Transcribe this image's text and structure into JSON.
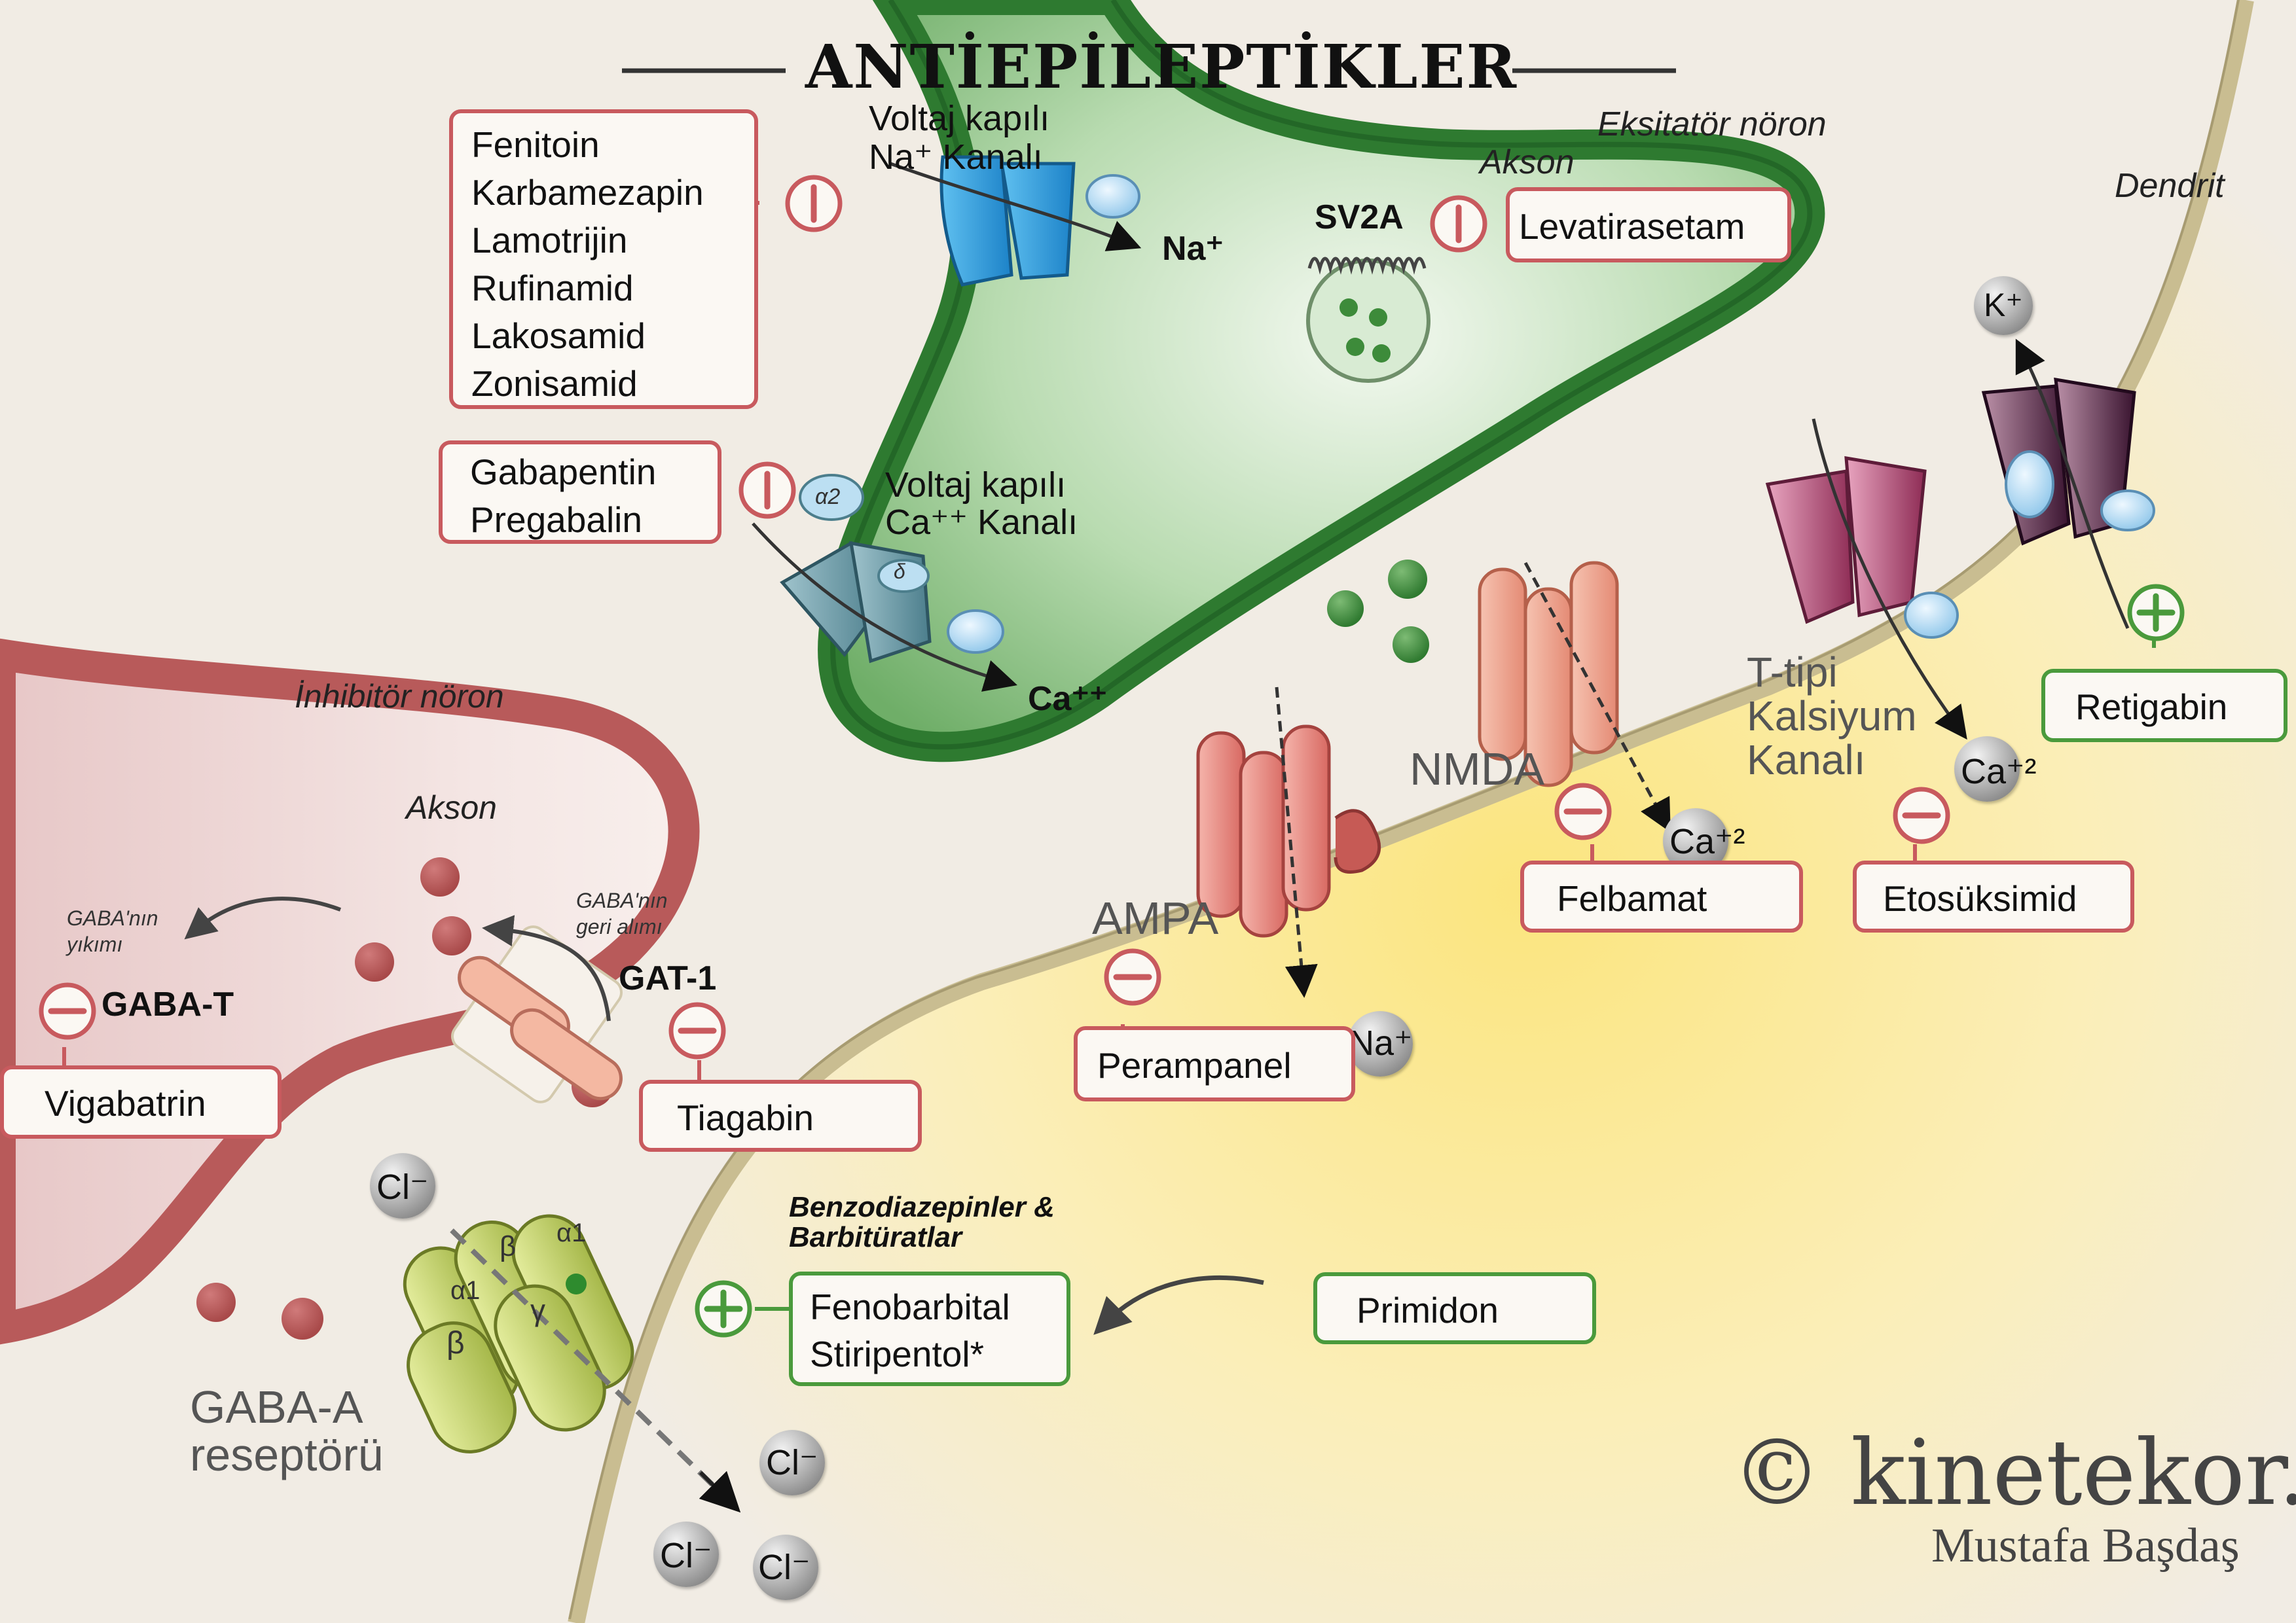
{
  "title": "ANTİEPİLEPTİKLER",
  "region_labels": {
    "excitatory_neuron": "Eksitatör nöron",
    "excitatory_axon": "Akson",
    "dendrite": "Dendrit",
    "inhibitory_neuron": "İnhibitör nöron",
    "inhibitory_axon": "Akson"
  },
  "channels": {
    "na_channel_line1": "Voltaj kapılı",
    "na_channel_line2": "Na⁺ Kanalı",
    "ca_channel_line1": "Voltaj kapılı",
    "ca_channel_line2": "Ca⁺⁺ Kanalı",
    "ca_alpha2": "α2",
    "ca_delta": "δ",
    "sv2a": "SV2A",
    "ampa": "AMPA",
    "nmda": "NMDA",
    "t_type_line1": "T-tipi",
    "t_type_line2": "Kalsiyum",
    "t_type_line3": "Kanalı",
    "gat1": "GAT-1",
    "gaba_t": "GABA-T",
    "gaba_a_line1": "GABA-A",
    "gaba_a_line2": "reseptörü",
    "gaba_a_subunits": [
      "β",
      "α1",
      "α1",
      "γ",
      "β"
    ]
  },
  "ions": {
    "na_top": "Na⁺",
    "ca_top": "Ca⁺⁺",
    "k": "K⁺",
    "ca2_tchannel": "Ca⁺²",
    "ca2_nmda": "Ca⁺²",
    "na_ampa": "Na⁺",
    "cl": "Cl⁻"
  },
  "annotations": {
    "gaba_breakdown_line1": "GABA'nın",
    "gaba_breakdown_line2": "yıkımı",
    "gaba_reuptake_line1": "GABA'nın",
    "gaba_reuptake_line2": "geri alımı",
    "benzo_line1": "Benzodiazepinler &",
    "benzo_line2": "Barbitüratlar"
  },
  "drug_boxes": {
    "na_blockers": [
      "Fenitoin",
      "Karbamezapin",
      "Lamotrijin",
      "Rufinamid",
      "Lakosamid",
      "Zonisamid"
    ],
    "ca_blockers": [
      "Gabapentin",
      "Pregabalin"
    ],
    "sv2a": "Levatirasetam",
    "ampa": "Perampanel",
    "nmda": "Felbamat",
    "t_type": "Etosüksimid",
    "k_opener": "Retigabin",
    "gaba_t": "Vigabatrin",
    "gat1": "Tiagabin",
    "gaba_a": [
      "Fenobarbital",
      "Stiripentol*"
    ],
    "prodrug": "Primidon"
  },
  "branding": {
    "logo": "© kinetekor.",
    "author": "Mustafa Başdaş"
  },
  "colors": {
    "inhibit": "#c85a5e",
    "enhance": "#4a9a3c",
    "excitatory_neuron": "#3d8b3a",
    "inhibitory_neuron": "#b85a5a",
    "membrane": "#c9bd91"
  }
}
